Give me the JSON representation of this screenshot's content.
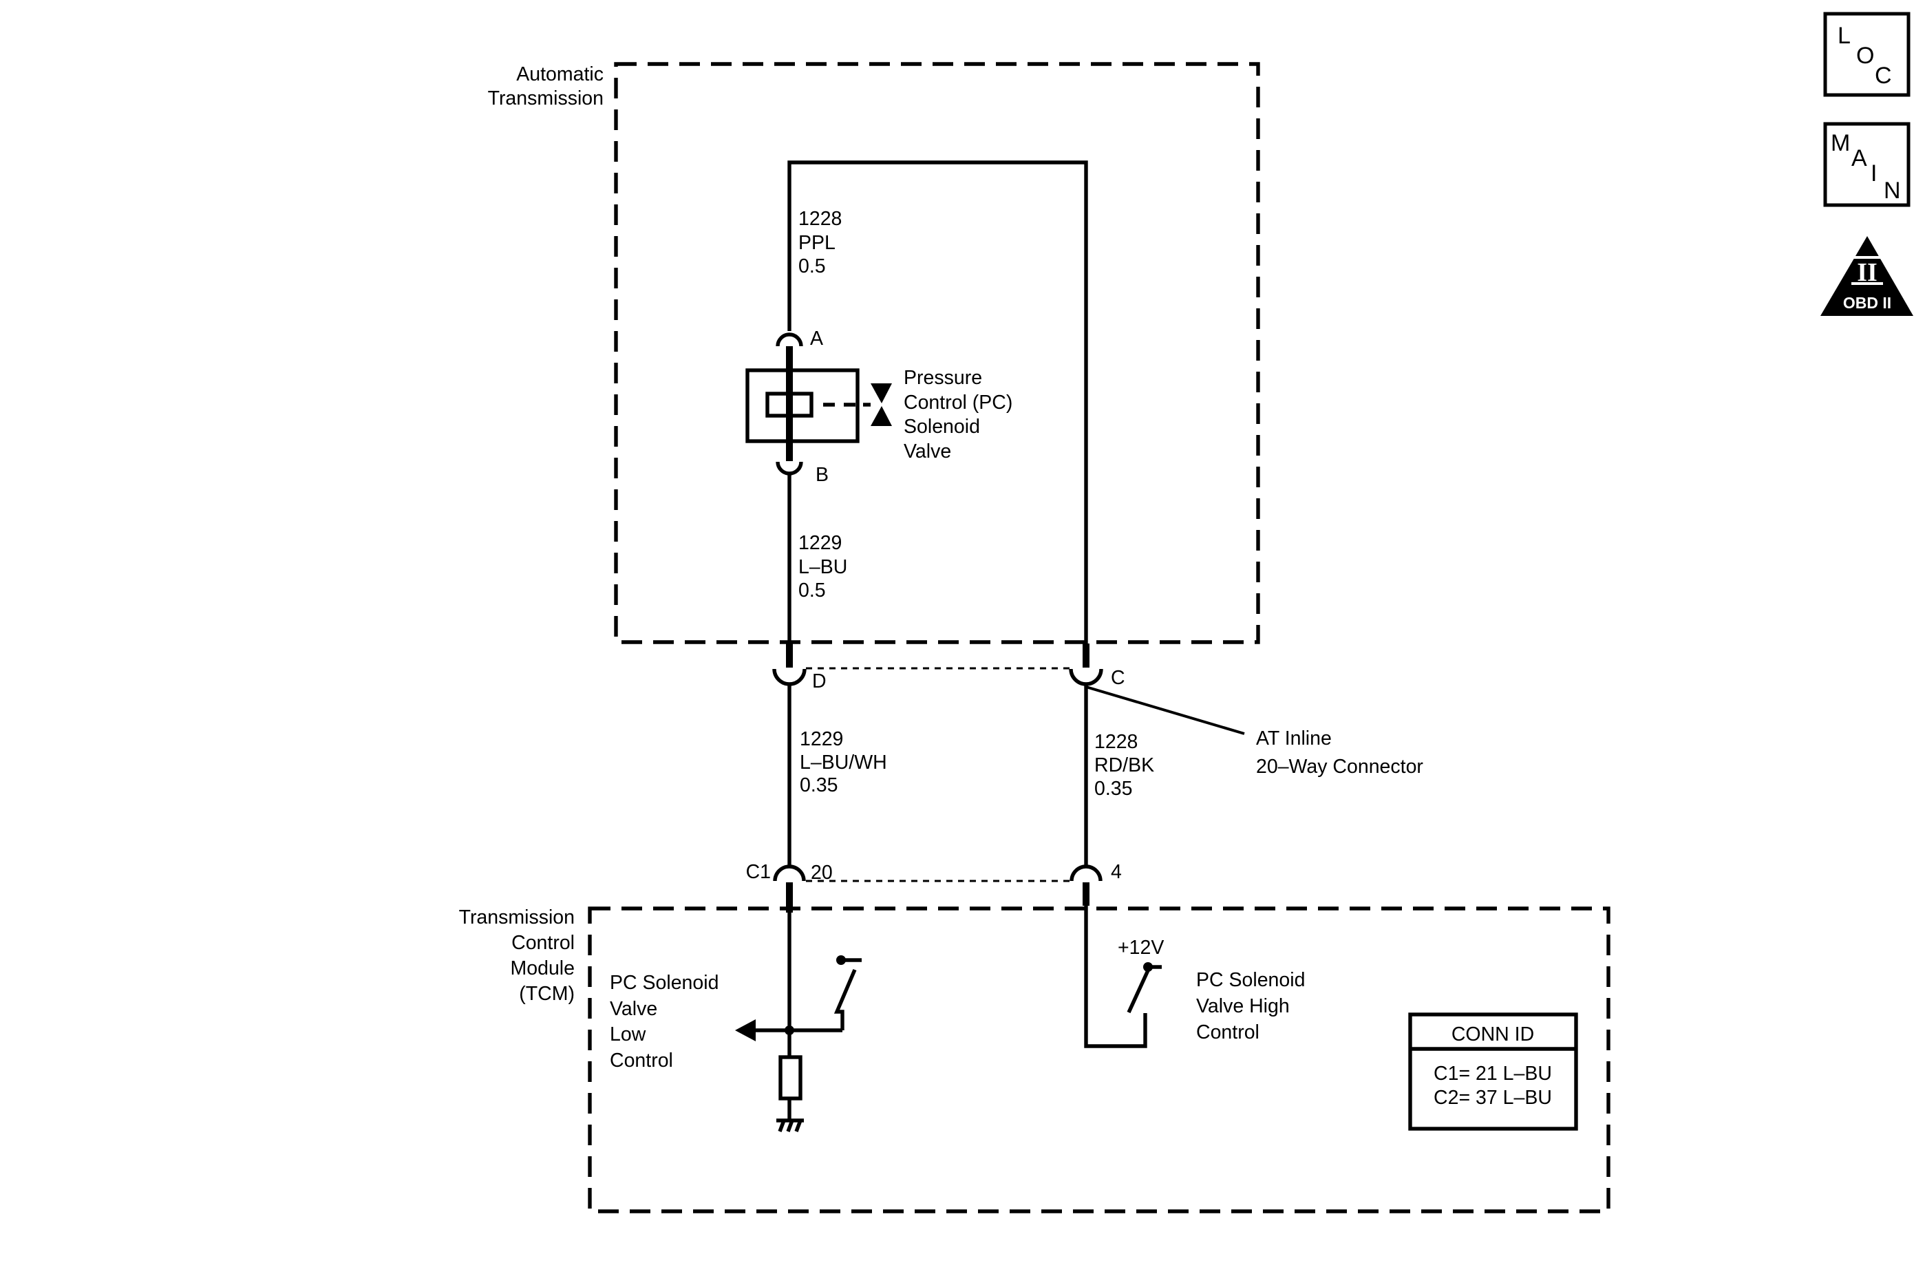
{
  "components": {
    "automatic_transmission": {
      "line1": "Automatic",
      "line2": "Transmission"
    },
    "tcm": {
      "line1": "Transmission",
      "line2": "Control",
      "line3": "Module",
      "line4": "(TCM)"
    },
    "pc_solenoid": {
      "line1": "Pressure",
      "line2": "Control (PC)",
      "line3": "Solenoid",
      "line4": "Valve"
    },
    "pc_low_control": {
      "line1": "PC Solenoid",
      "line2": "Valve",
      "line3": "Low",
      "line4": "Control"
    },
    "pc_high_control": {
      "line1": "PC  Solenoid",
      "line2": "Valve High",
      "line3": "Control"
    },
    "inline_connector": {
      "line1": "AT Inline",
      "line2": "20–Way Connector"
    }
  },
  "wires": {
    "w1228_ppl": {
      "circuit": "1228",
      "color": "PPL",
      "gauge": "0.5"
    },
    "w1229_lbu": {
      "circuit": "1229",
      "color": "L–BU",
      "gauge": "0.5"
    },
    "w1229_lbuwh": {
      "circuit": "1229",
      "color": "L–BU/WH",
      "gauge": "0.35"
    },
    "w1228_rdbk": {
      "circuit": "1228",
      "color": "RD/BK",
      "gauge": "0.35"
    }
  },
  "pins": {
    "solenoid_a": "A",
    "solenoid_b": "B",
    "inline_d": "D",
    "inline_c": "C",
    "tcm_connector": "C1",
    "tcm_pin_20": "20",
    "tcm_pin_4": "4"
  },
  "supply_label": "+12V",
  "conn_id": {
    "title": "CONN ID",
    "row1": "C1= 21 L–BU",
    "row2": "C2= 37 L–BU"
  },
  "nav_icons": {
    "loc": {
      "name": "loc-icon",
      "letters": [
        "L",
        "O",
        "C"
      ]
    },
    "main": {
      "name": "main-icon",
      "letters": [
        "M",
        "A",
        "I",
        "N"
      ]
    },
    "obd": {
      "name": "obd-ii-icon",
      "numeral": "II",
      "label": "OBD II"
    }
  }
}
